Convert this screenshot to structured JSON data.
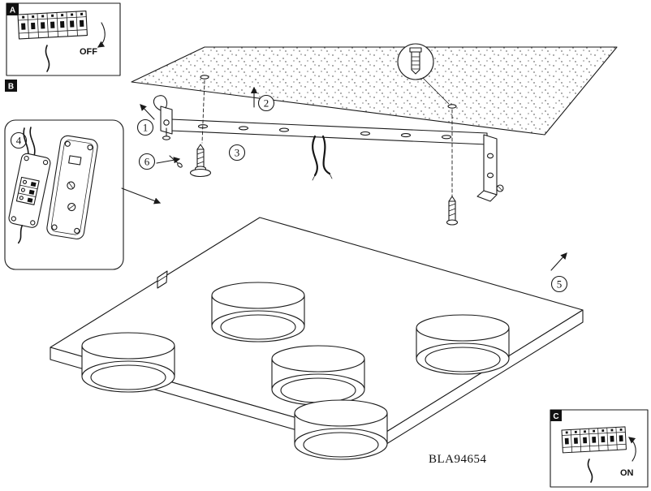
{
  "figure": {
    "model_number": "BLA94654"
  },
  "insets": {
    "a": {
      "label": "A",
      "state": "OFF"
    },
    "b": {
      "label": "B"
    },
    "c": {
      "label": "C",
      "state": "ON"
    }
  },
  "steps": {
    "1": "1",
    "2": "2",
    "3": "3",
    "4": "4",
    "5": "5",
    "6": "6"
  }
}
